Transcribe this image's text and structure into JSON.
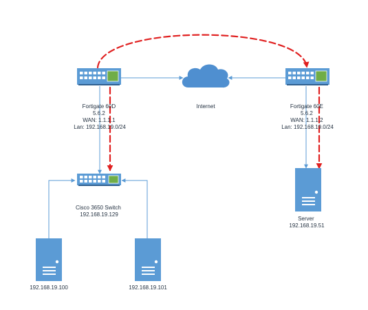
{
  "colors": {
    "device_blue": "#5b9bd5",
    "device_dark": "#2f5f8f",
    "port_face": "#ffffff",
    "accent_green": "#70ad47",
    "link_line": "#5b9bd5",
    "flow_arrow": "#e02020",
    "cloud_blue": "#4f8fd0",
    "text": "#1f2d3d"
  },
  "nodes": {
    "fw_left": {
      "icon": "firewall-router-icon",
      "lines": [
        "Fortigate 60D",
        "5.6.2",
        "WAN: 1.1.1.1",
        "Lan: 192.168.19.0/24"
      ]
    },
    "fw_right": {
      "icon": "firewall-router-icon",
      "lines": [
        "Fortigate 60E",
        "5.6.2",
        "WAN: 1.1.1.2",
        "Lan: 192.168.19.0/24"
      ]
    },
    "internet": {
      "icon": "cloud-icon",
      "lines": [
        "Internet"
      ]
    },
    "switch": {
      "icon": "network-switch-icon",
      "lines": [
        "Cisco 3650 Switch",
        "192.168.19.129"
      ]
    },
    "server": {
      "icon": "server-icon",
      "lines": [
        "Server",
        "192.168.19.51"
      ]
    },
    "host_left": {
      "icon": "server-icon",
      "lines": [
        "192.168.19.100"
      ]
    },
    "host_right": {
      "icon": "server-icon",
      "lines": [
        "192.168.19.101"
      ]
    }
  }
}
